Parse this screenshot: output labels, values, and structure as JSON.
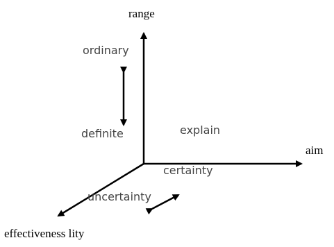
{
  "axes": {
    "vertical_label": "range",
    "horizontal_label": "aim",
    "diagonal_label": "effectiveness lity"
  },
  "labels": {
    "ordinary": "ordinary",
    "definite": "definite",
    "explain": "explain",
    "certainty": "certainty",
    "uncertainty": "uncertainty"
  },
  "colors": {
    "ink": "#000000",
    "label": "#444444"
  }
}
